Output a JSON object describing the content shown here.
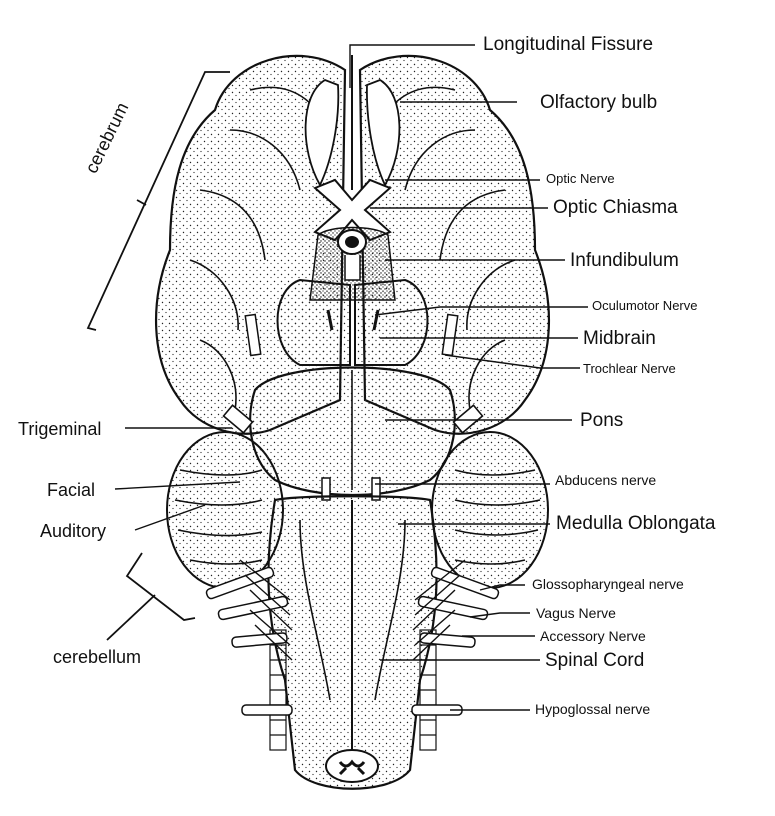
{
  "labels": {
    "longitudinal_fissure": "Longitudinal Fissure",
    "olfactory_bulb": "Olfactory bulb",
    "optic_nerve": "Optic Nerve",
    "optic_chiasma": "Optic Chiasma",
    "infundibulum": "Infundibulum",
    "oculomotor_nerve": "Oculumotor Nerve",
    "midbrain": "Midbrain",
    "trochlear_nerve": "Trochlear Nerve",
    "pons": "Pons",
    "abducens_nerve": "Abducens nerve",
    "medulla_oblongata": "Medulla Oblongata",
    "glossopharyngeal_nerve": "Glossopharyngeal nerve",
    "vagus_nerve": "Vagus Nerve",
    "accessory_nerve": "Accessory Nerve",
    "spinal_cord": "Spinal Cord",
    "hypoglossal_nerve": "Hypoglossal nerve",
    "cerebrum": "cerebrum",
    "trigeminal": "Trigeminal",
    "facial": "Facial",
    "auditory": "Auditory",
    "cerebellum": "cerebellum"
  }
}
